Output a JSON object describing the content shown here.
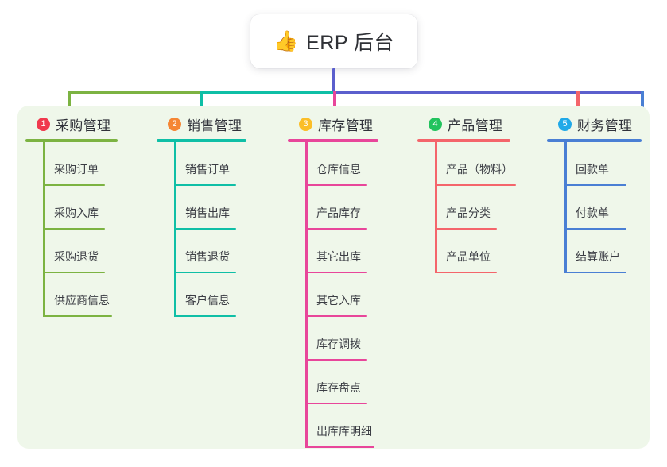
{
  "root": {
    "icon": "thumbs-up-icon",
    "emoji": "👍",
    "title": "ERP 后台"
  },
  "palette": {
    "panel_background": "#eff7ea",
    "page_background": "#ffffff",
    "green": "#7cb342",
    "teal": "#0fbfa6",
    "pink": "#e8469a",
    "red": "#f4656b",
    "blue": "#4a7fd4",
    "purple": "#5b5fcd",
    "badge_red": "#f0394e",
    "badge_orange": "#f58634",
    "badge_amber": "#fbbe28",
    "badge_green": "#22c35e",
    "badge_blue": "#20a9e8"
  },
  "columns": [
    {
      "index": "1",
      "title": "采购管理",
      "badge_color": "#f0394e",
      "line_color": "#7cb342",
      "items": [
        {
          "label": "采购订单"
        },
        {
          "label": "采购入库"
        },
        {
          "label": "采购退货"
        },
        {
          "label": "供应商信息"
        }
      ]
    },
    {
      "index": "2",
      "title": "销售管理",
      "badge_color": "#f58634",
      "line_color": "#0fbfa6",
      "items": [
        {
          "label": "销售订单"
        },
        {
          "label": "销售出库"
        },
        {
          "label": "销售退货"
        },
        {
          "label": "客户信息"
        }
      ]
    },
    {
      "index": "3",
      "title": "库存管理",
      "badge_color": "#fbbe28",
      "line_color": "#e8469a",
      "items": [
        {
          "label": "仓库信息"
        },
        {
          "label": "产品库存"
        },
        {
          "label": "其它出库"
        },
        {
          "label": "其它入库"
        },
        {
          "label": "库存调拨"
        },
        {
          "label": "库存盘点"
        },
        {
          "label": "出库库明细"
        }
      ]
    },
    {
      "index": "4",
      "title": "产品管理",
      "badge_color": "#22c35e",
      "line_color": "#f4656b",
      "items": [
        {
          "label": "产品（物料）"
        },
        {
          "label": "产品分类"
        },
        {
          "label": "产品单位"
        }
      ]
    },
    {
      "index": "5",
      "title": "财务管理",
      "badge_color": "#20a9e8",
      "line_color": "#4a7fd4",
      "items": [
        {
          "label": "回款单"
        },
        {
          "label": "付款单"
        },
        {
          "label": "结算账户"
        }
      ]
    }
  ]
}
